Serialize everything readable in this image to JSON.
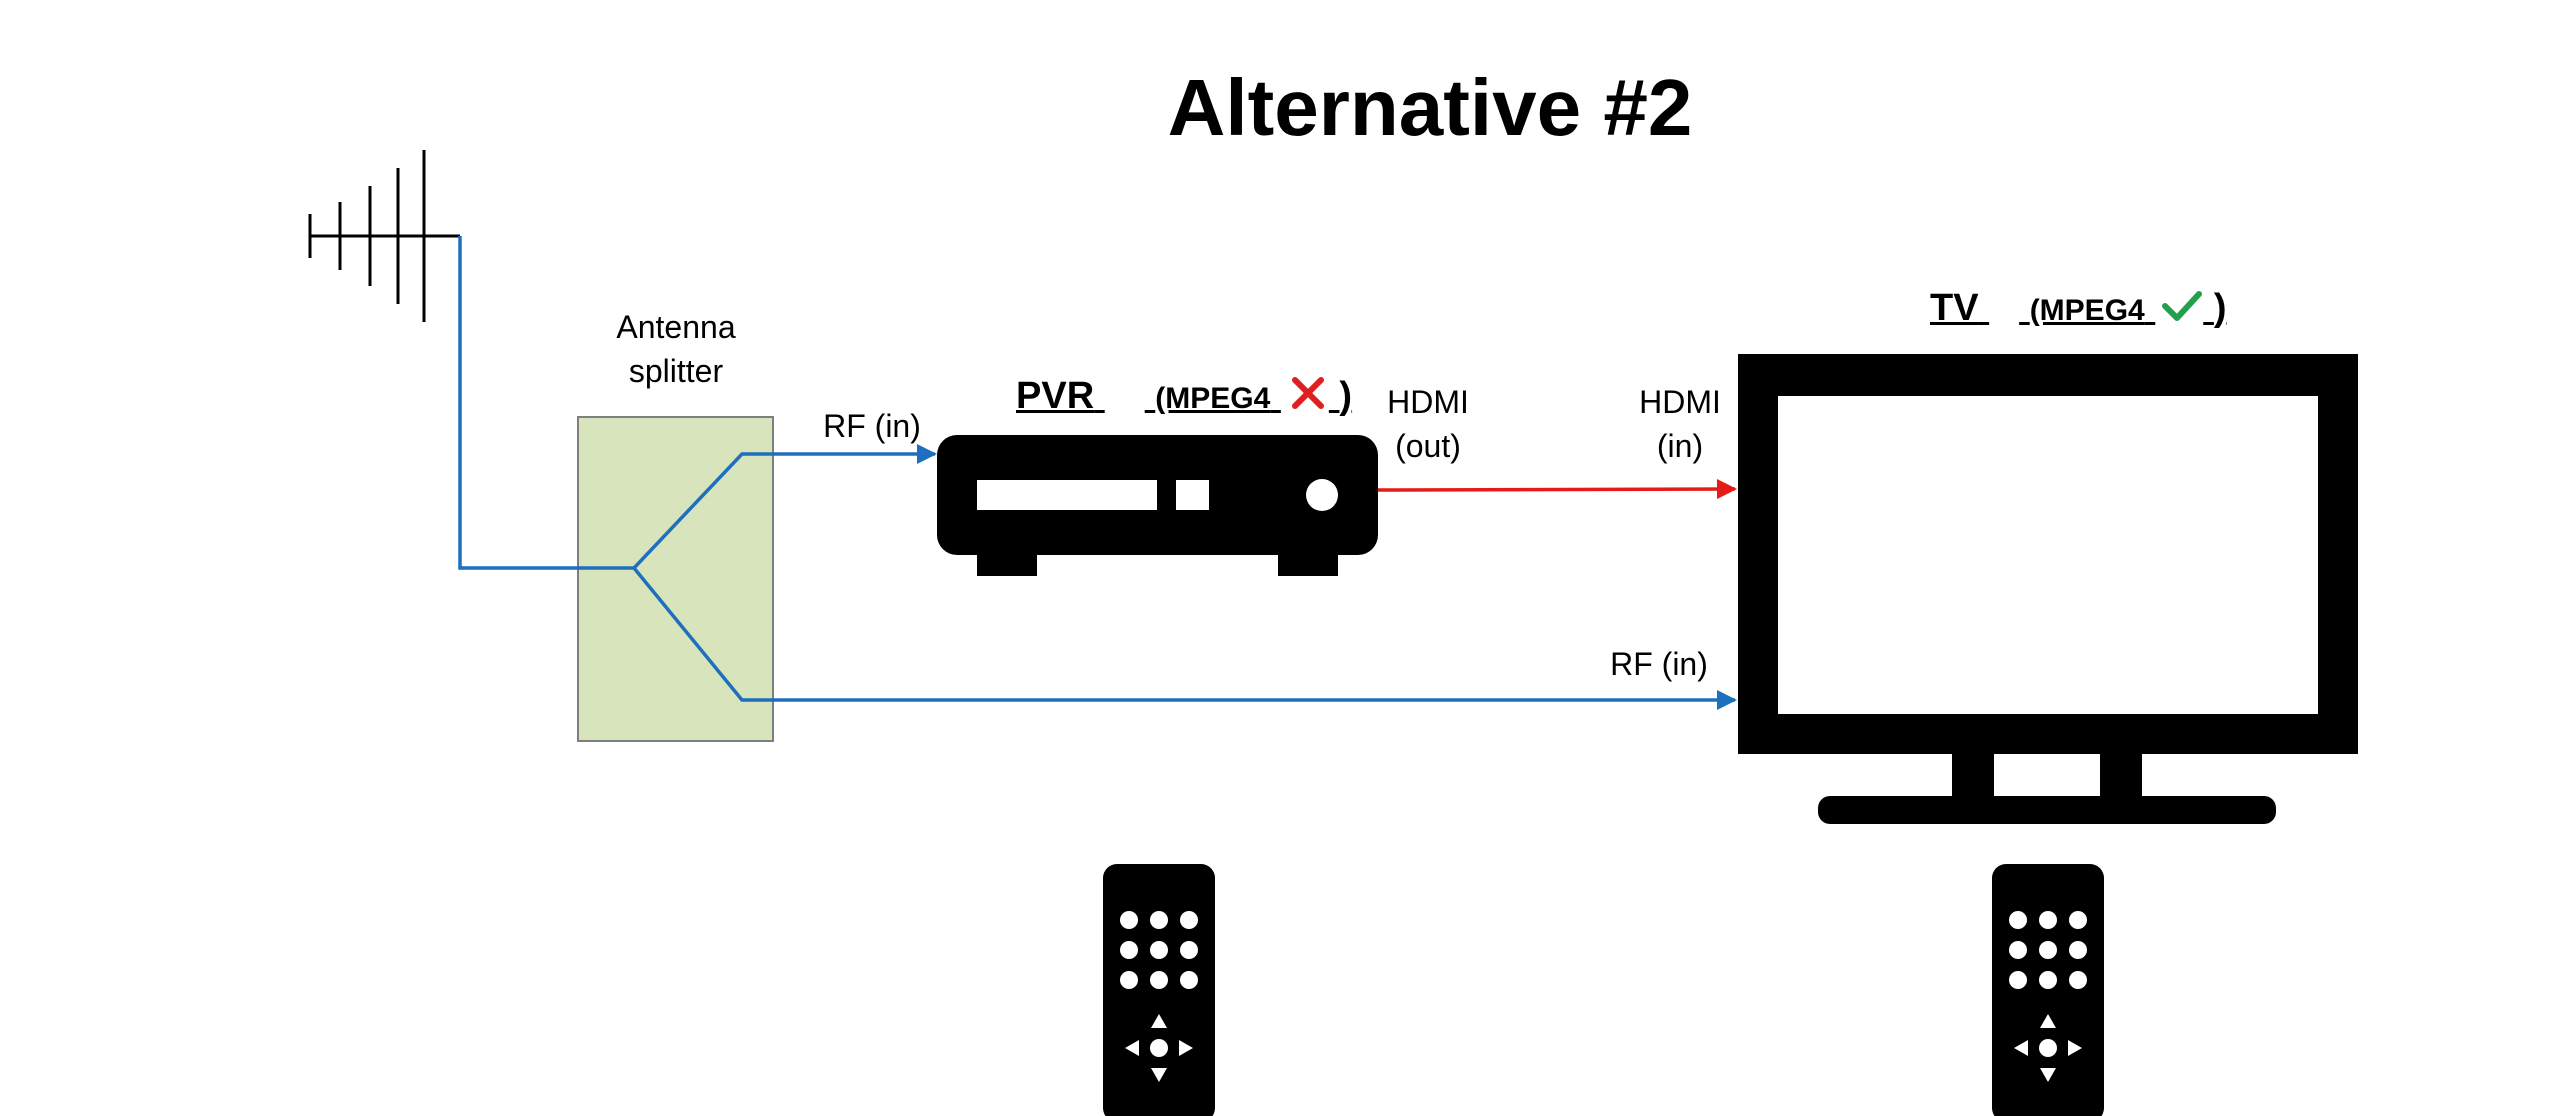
{
  "title": "Alternative #2",
  "splitter": {
    "label_line1": "Antenna",
    "label_line2": "splitter",
    "fill": "#d8e4bc",
    "border": "#7f7f7f"
  },
  "pvr": {
    "name": "PVR",
    "codec": "(MPEG4",
    "status_icon": "cross-icon",
    "close_paren": ")",
    "status_color": "#e02020"
  },
  "tv": {
    "name": "TV",
    "codec": "(MPEG4",
    "status_icon": "check-icon",
    "close_paren": ")",
    "status_color": "#22a04b"
  },
  "ports": {
    "pvr_rf_in": "RF (in)",
    "pvr_hdmi_out_line1": "HDMI",
    "pvr_hdmi_out_line2": "(out)",
    "tv_hdmi_in_line1": "HDMI",
    "tv_hdmi_in_line2": "(in)",
    "tv_rf_in": "RF (in)"
  },
  "colors": {
    "rf_line": "#1f6fbf",
    "hdmi_line": "#e41b17",
    "device": "#000000"
  },
  "icons": [
    "antenna-icon",
    "pvr-box-icon",
    "tv-icon",
    "remote-control-icon"
  ]
}
